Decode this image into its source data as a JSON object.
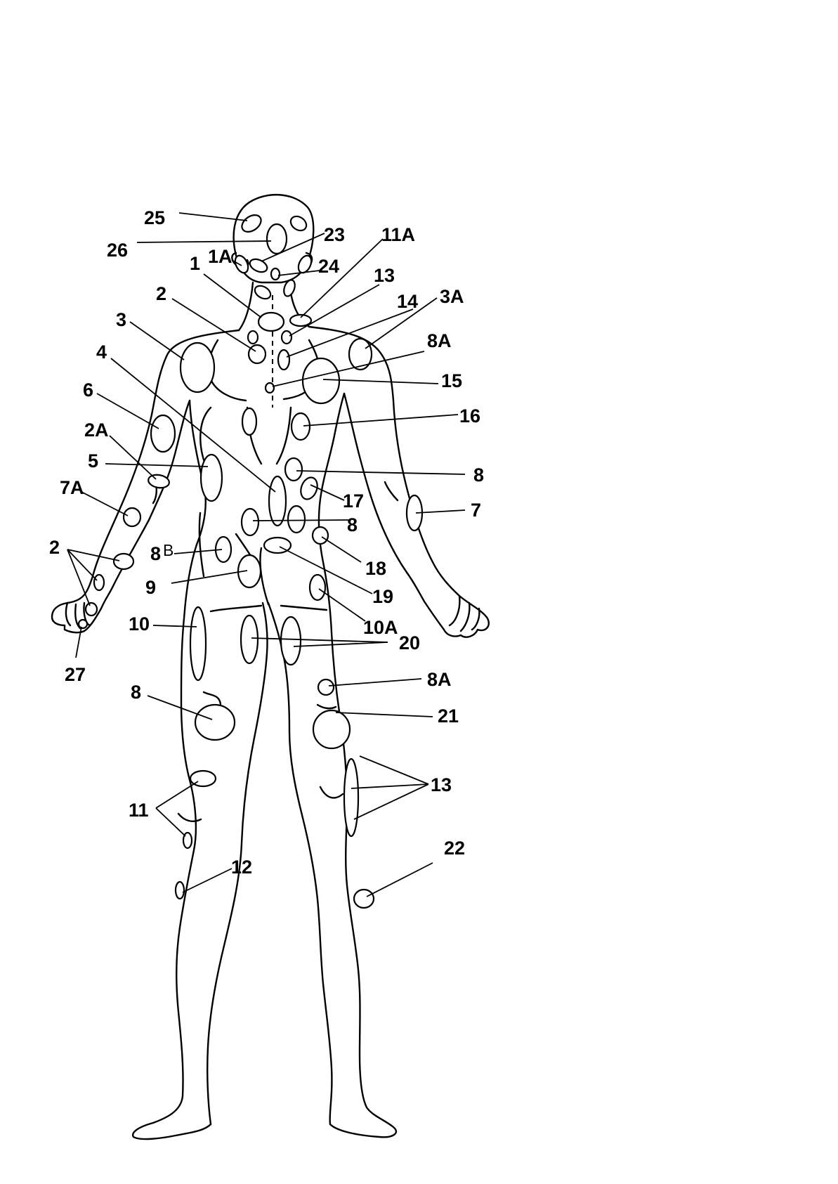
{
  "diagram": {
    "view": "posterior",
    "labels": {
      "l1": "1",
      "l1A": "1A",
      "l2_neck": "2",
      "l2A": "2A",
      "l2_hand": "2",
      "l3": "3",
      "l3A": "3A",
      "l4": "4",
      "l5": "5",
      "l6": "6",
      "l7": "7",
      "l7A": "7A",
      "l8_back": "8",
      "l8_hips": "8",
      "l8_knee": "8",
      "l8A_back": "8A",
      "l8A_thigh": "8A",
      "l8B_main": "8",
      "l8B_sup": "B",
      "l9": "9",
      "l10": "10",
      "l10A": "10A",
      "l11": "11",
      "l11A": "11A",
      "l12": "12",
      "l13_neck": "13",
      "l13_calf": "13",
      "l14": "14",
      "l15": "15",
      "l16": "16",
      "l17": "17",
      "l18": "18",
      "l19": "19",
      "l20": "20",
      "l21": "21",
      "l22": "22",
      "l23": "23",
      "l24": "24",
      "l25": "25",
      "l26": "26",
      "l27": "27"
    },
    "colors": {
      "ink": "#000000",
      "paper": "#ffffff"
    }
  }
}
